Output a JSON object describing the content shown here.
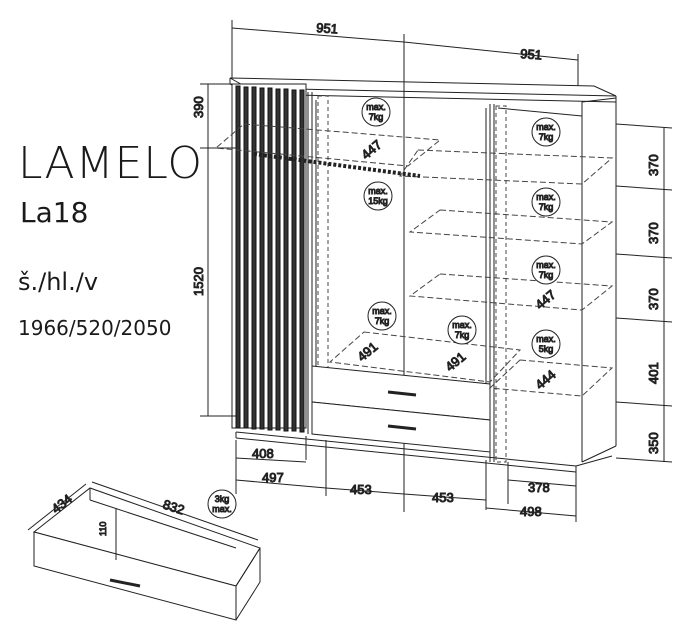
{
  "product": {
    "name": "LAMELO",
    "code": "La18",
    "dims_label": "š./hl./v",
    "dims_value": "1966/520/2050"
  },
  "dimensions": {
    "top_left_width": "951",
    "top_right_width": "951",
    "left_height_top": "390",
    "left_height_body": "1520",
    "right_shelf_1": "370",
    "right_shelf_2": "370",
    "right_shelf_3": "370",
    "right_shelf_4": "401",
    "right_base": "350",
    "bottom_408": "408",
    "bottom_497": "497",
    "bottom_453_a": "453",
    "bottom_453_b": "453",
    "bottom_378": "378",
    "bottom_498": "498",
    "depth_447_a": "447",
    "depth_447_b": "447",
    "depth_491_a": "491",
    "depth_491_b": "491",
    "depth_444": "444"
  },
  "load_labels": {
    "max7_a_l1": "max.",
    "max7_a_l2": "7kg",
    "max15_l1": "max.",
    "max15_l2": "15kg",
    "max7_b_l1": "max.",
    "max7_b_l2": "7kg",
    "max7_c_l1": "max.",
    "max7_c_l2": "7kg",
    "max7_d_l1": "max.",
    "max7_d_l2": "7kg",
    "max7_e_l1": "max.",
    "max7_e_l2": "7kg",
    "max7_f_l1": "max.",
    "max7_f_l2": "7kg",
    "max5_l1": "max.",
    "max5_l2": "5kg"
  },
  "drawer": {
    "depth": "434",
    "width": "832",
    "height": "110",
    "load_l1": "3kg",
    "load_l2": "max."
  }
}
